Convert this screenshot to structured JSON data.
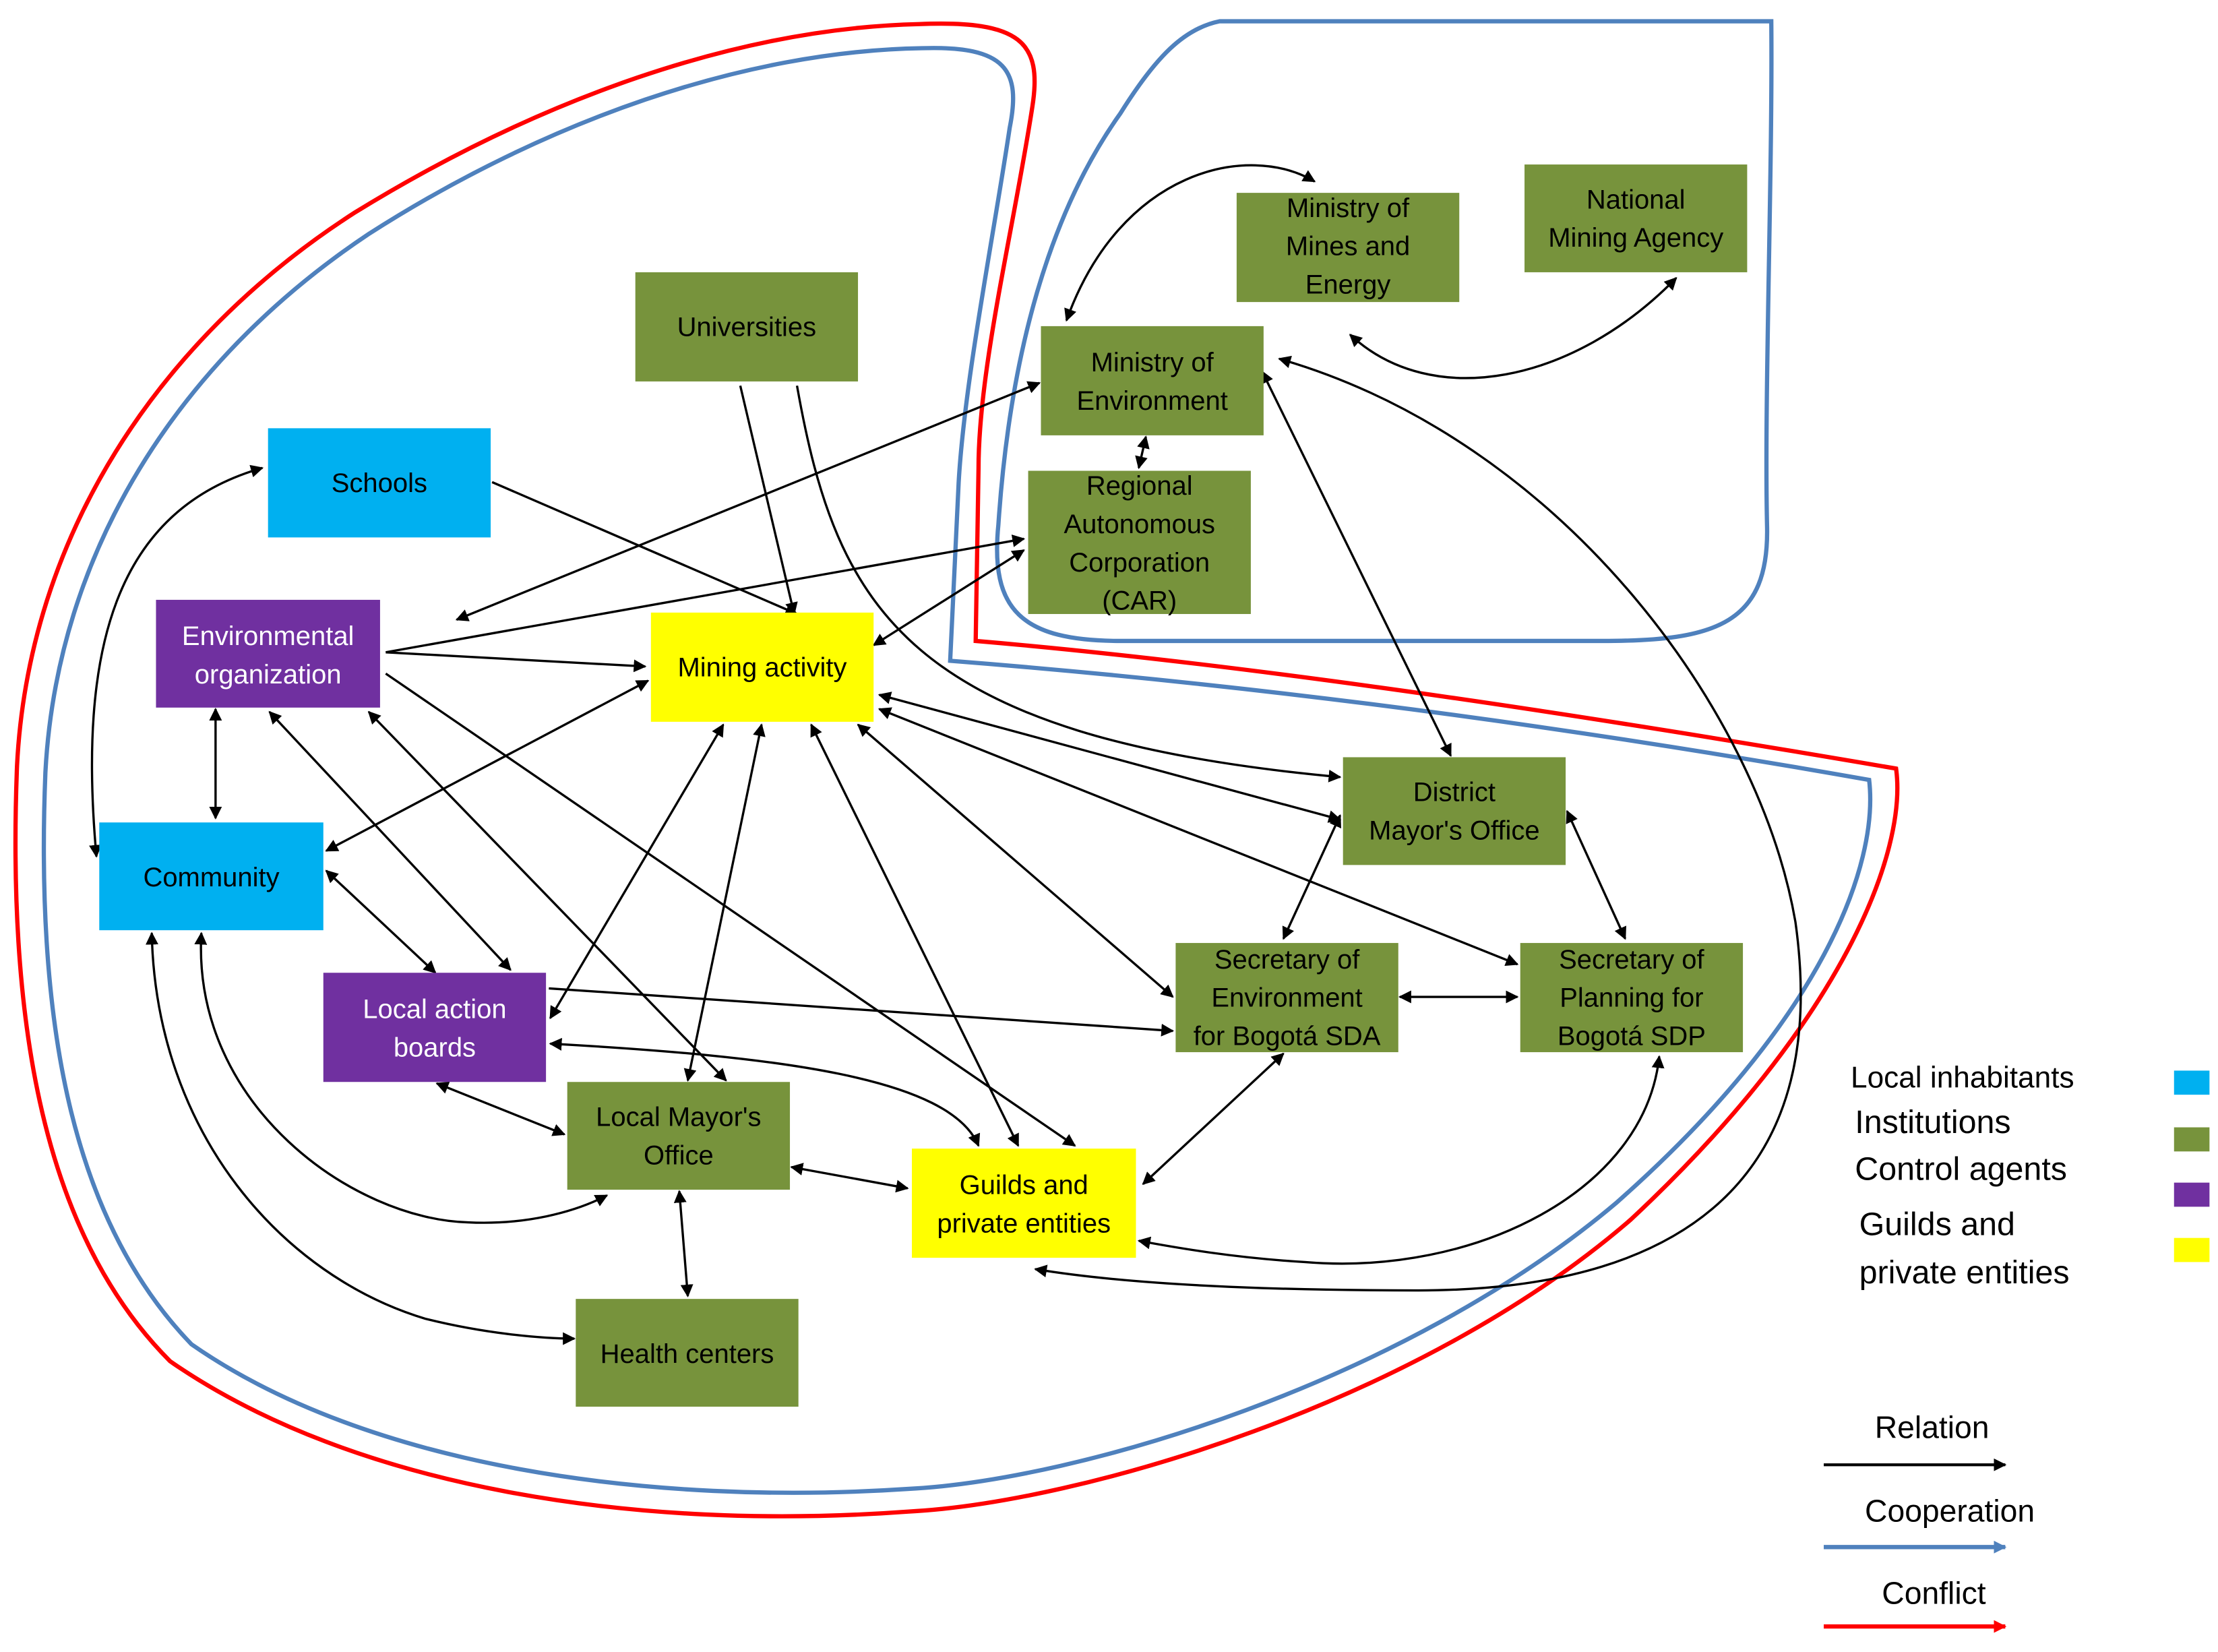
{
  "colors": {
    "local_inhabitants": "#00b0f0",
    "institutions": "#77933c",
    "control_agents": "#7030a0",
    "guilds": "#ffff00",
    "relation": "#000000",
    "cooperation": "#4f81bd",
    "conflict": "#ff0000"
  },
  "nodes": [
    {
      "id": "schools",
      "lines": [
        "Schools"
      ],
      "category": "local_inhabitants"
    },
    {
      "id": "community",
      "lines": [
        "Community"
      ],
      "category": "local_inhabitants"
    },
    {
      "id": "env-org",
      "lines": [
        "Environmental",
        "organization"
      ],
      "category": "control_agents"
    },
    {
      "id": "local-boards",
      "lines": [
        "Local action",
        "boards"
      ],
      "category": "control_agents"
    },
    {
      "id": "universities",
      "lines": [
        "Universities"
      ],
      "category": "institutions"
    },
    {
      "id": "mining",
      "lines": [
        "Mining activity"
      ],
      "category": "guilds"
    },
    {
      "id": "guilds",
      "lines": [
        "Guilds and",
        "private entities"
      ],
      "category": "guilds"
    },
    {
      "id": "local-mayor",
      "lines": [
        "Local Mayor's",
        "Office"
      ],
      "category": "institutions"
    },
    {
      "id": "health",
      "lines": [
        "Health centers"
      ],
      "category": "institutions"
    },
    {
      "id": "min-mines",
      "lines": [
        "Ministry of",
        "Mines and",
        "Energy"
      ],
      "category": "institutions"
    },
    {
      "id": "nma",
      "lines": [
        "National",
        "Mining Agency"
      ],
      "category": "institutions"
    },
    {
      "id": "min-env",
      "lines": [
        "Ministry of",
        "Environment"
      ],
      "category": "institutions"
    },
    {
      "id": "car",
      "lines": [
        "Regional",
        "Autonomous",
        "Corporation",
        "(CAR)"
      ],
      "category": "institutions"
    },
    {
      "id": "district-mayor",
      "lines": [
        "District",
        "Mayor's Office"
      ],
      "category": "institutions"
    },
    {
      "id": "sda",
      "lines": [
        "Secretary of",
        "Environment",
        "for Bogotá SDA"
      ],
      "category": "institutions"
    },
    {
      "id": "sdp",
      "lines": [
        "Secretary of",
        "Planning for",
        "Bogotá SDP"
      ],
      "category": "institutions"
    }
  ],
  "legend": {
    "categories": [
      {
        "id": "local_inhabitants",
        "lines": [
          "Local inhabitants"
        ]
      },
      {
        "id": "institutions",
        "lines": [
          "Institutions"
        ]
      },
      {
        "id": "control_agents",
        "lines": [
          "Control agents"
        ]
      },
      {
        "id": "guilds",
        "lines": [
          "Guilds and",
          "private entities"
        ]
      }
    ],
    "links": [
      {
        "id": "relation",
        "label": "Relation"
      },
      {
        "id": "cooperation",
        "label": "Cooperation"
      },
      {
        "id": "conflict",
        "label": "Conflict"
      }
    ]
  }
}
